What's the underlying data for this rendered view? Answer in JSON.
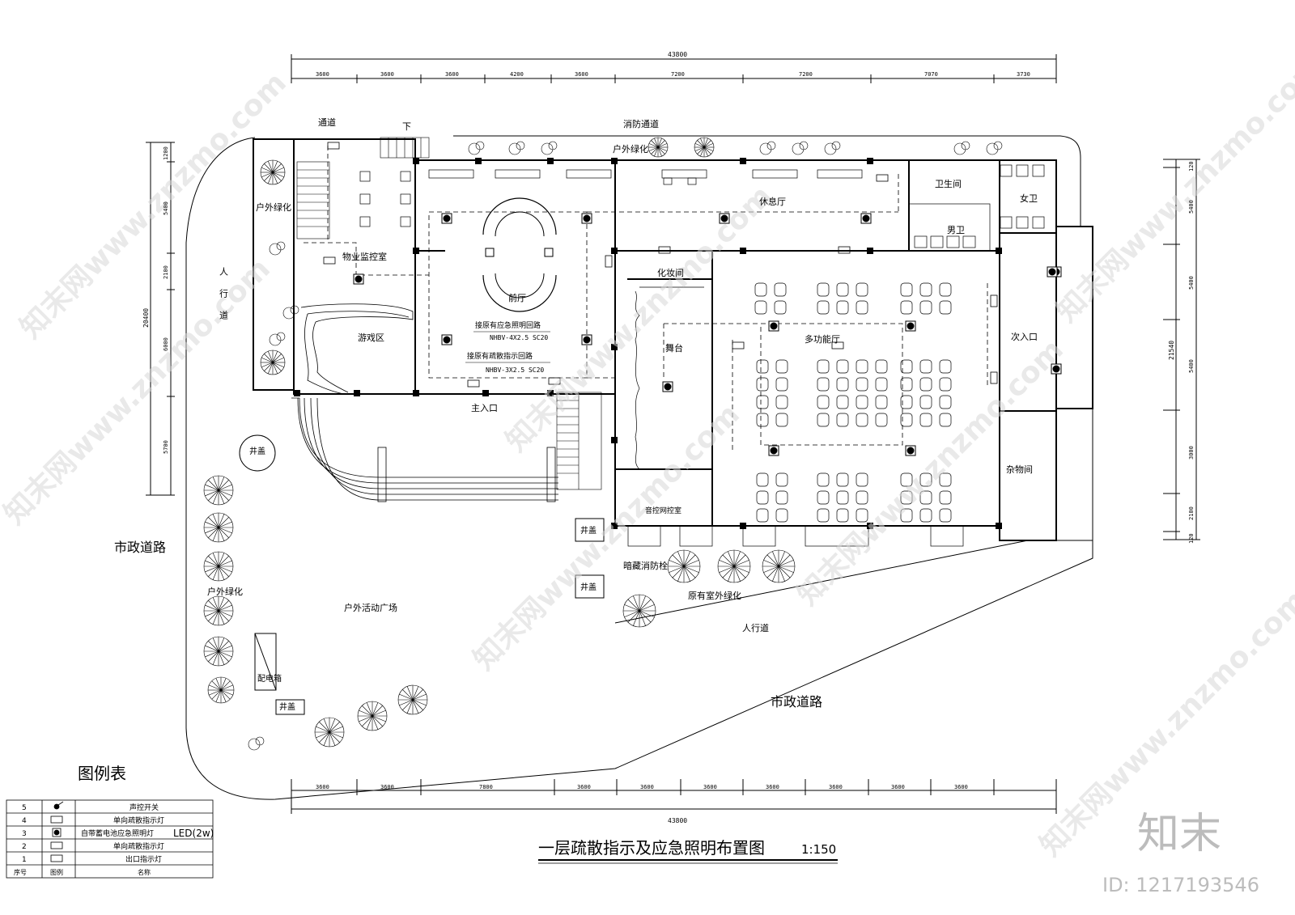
{
  "drawing": {
    "title": "一层疏散指示及应急照明布置图",
    "scale": "1:150"
  },
  "dimensions": {
    "top_total": "43800",
    "top_segments": [
      "3600",
      "3600",
      "3600",
      "4200",
      "3600",
      "7200",
      "7200",
      "7070",
      "3730"
    ],
    "bottom_total": "43800",
    "bottom_segments": [
      "3600",
      "3600",
      "7800",
      "3600",
      "3600",
      "3600",
      "3600",
      "3600",
      "3600",
      "3600"
    ],
    "left_total": "20400",
    "left_segments": [
      "1200",
      "5400",
      "2100",
      "6000",
      "5700"
    ],
    "right_total": "21540",
    "right_segments": [
      "120",
      "5400",
      "5400",
      "5400",
      "3000",
      "2100",
      "120"
    ]
  },
  "rooms": {
    "passage": "通道",
    "down": "下",
    "fire_lane": "消防通道",
    "outdoor_green_top": "户外绿化",
    "outdoor_green_left": "户外绿化",
    "outdoor_green_bottom": "户外绿化",
    "property_monitor": "物业监控室",
    "lounge": "休息厅",
    "restroom": "卫生间",
    "female": "女卫",
    "male": "男卫",
    "foyer": "前厅",
    "dressing": "化妆间",
    "multi_hall": "多功能厅",
    "secondary_entrance": "次入口",
    "play_area": "游戏区",
    "main_entrance": "主入口",
    "stage": "舞台",
    "storage": "杂物间",
    "sound_control": "音控网控室",
    "sidewalk_left": "人行道",
    "sidewalk_bottom": "人行道",
    "manhole_1": "井盖",
    "manhole_2": "井盖",
    "manhole_3": "井盖",
    "manhole_4": "井盖",
    "city_road_left": "市政道路",
    "city_road_bottom": "市政道路",
    "hidden_hydrant": "暗藏消防栓",
    "existing_green": "原有室外绿化",
    "outdoor_plaza": "户外活动广场",
    "distribution_box": "配电箱"
  },
  "annotations": {
    "emergency_circuit": "接原有应急照明回路",
    "emergency_cable": "NHBV-4X2.5 SC20",
    "evac_circuit": "接原有疏散指示回路",
    "evac_cable": "NHBV-3X2.5 SC20"
  },
  "legend": {
    "title": "图例表",
    "header": {
      "no": "序号",
      "symbol": "图例",
      "name": "名称"
    },
    "rows": [
      {
        "no": "5",
        "name": "声控开关",
        "note": ""
      },
      {
        "no": "4",
        "name": "单向疏散指示灯",
        "note": ""
      },
      {
        "no": "3",
        "name": "自带蓄电池应急照明灯",
        "note": "LED(2w)"
      },
      {
        "no": "2",
        "name": "单向疏散指示灯",
        "note": ""
      },
      {
        "no": "1",
        "name": "出口指示灯",
        "note": ""
      }
    ]
  },
  "watermark": {
    "logo": "知末",
    "id": "ID: 1217193546",
    "text": "知末网www.znzmo.com"
  }
}
